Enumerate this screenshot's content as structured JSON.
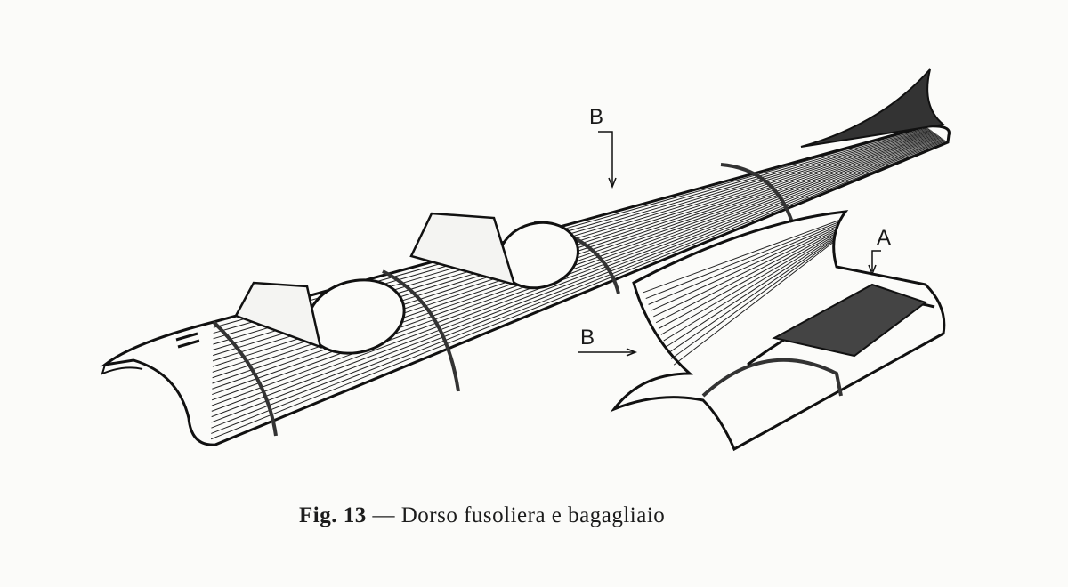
{
  "figure": {
    "labels": {
      "b_top": "B",
      "b_side": "B",
      "a": "A"
    },
    "caption": {
      "number": "Fig. 13",
      "dash": "—",
      "title": "Dorso fusoliera e bagagliaio"
    },
    "ink_color": "#1a1a1a",
    "paper_color": "#fbfbf9"
  }
}
